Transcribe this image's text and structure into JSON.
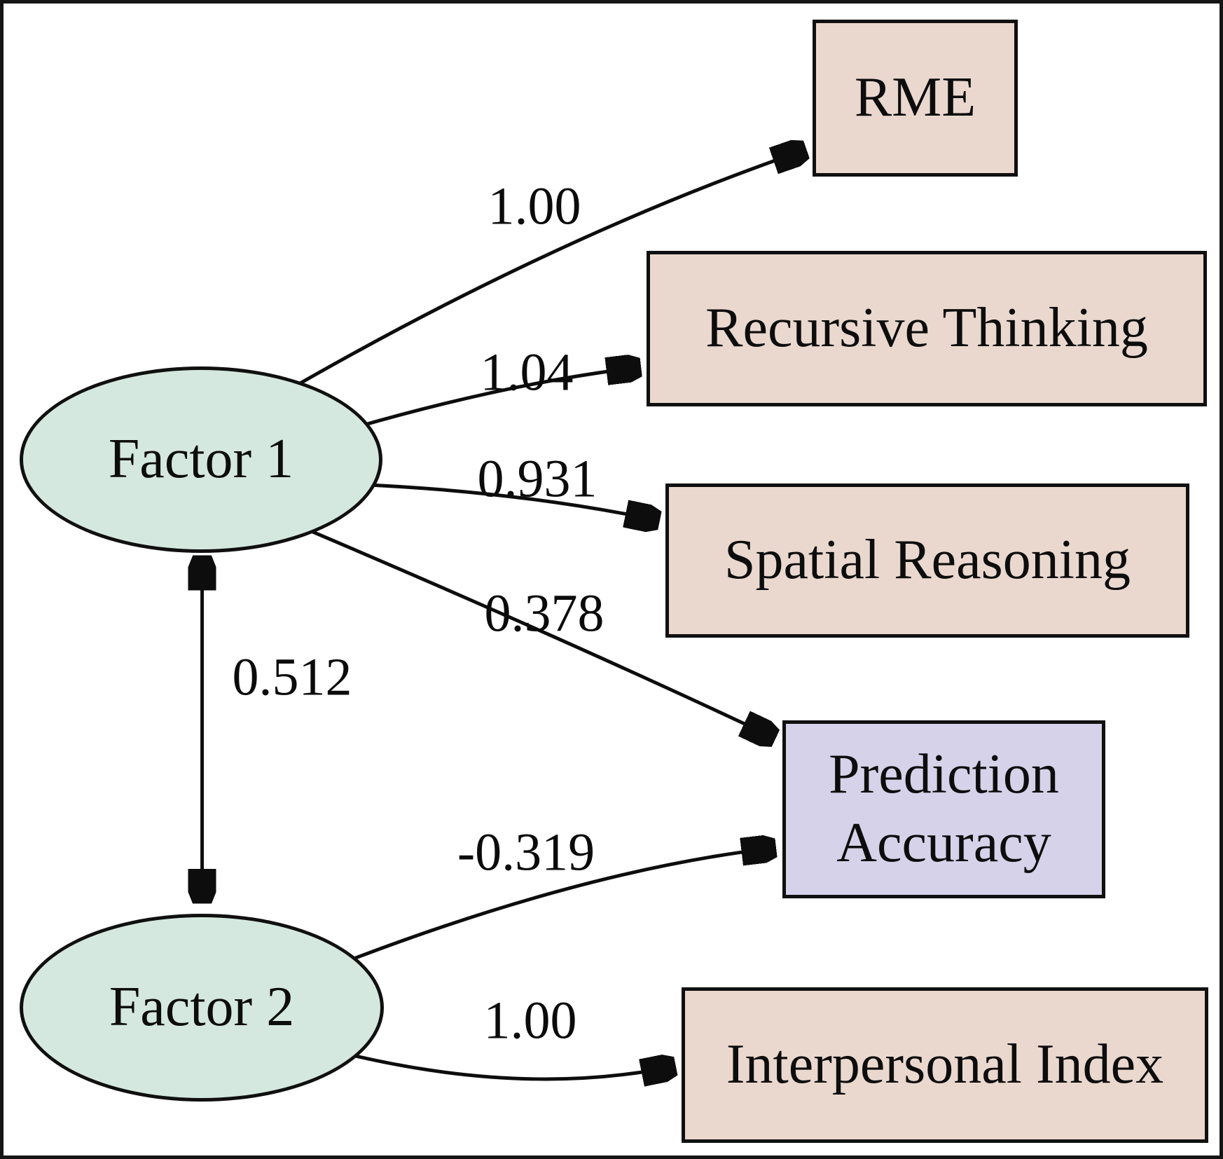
{
  "diagram": {
    "type": "sem-path-diagram",
    "latent_factors": [
      {
        "label": "Factor 1",
        "shape": "ellipse"
      },
      {
        "label": "Factor 2",
        "shape": "ellipse"
      }
    ],
    "observed_variables": [
      {
        "label": "RME"
      },
      {
        "label": "Recursive Thinking"
      },
      {
        "label": "Spatial Reasoning"
      },
      {
        "label": "Prediction Accuracy",
        "line1": "Prediction",
        "line2": "Accuracy"
      },
      {
        "label": "Interpersonal Index"
      }
    ],
    "loadings": [
      {
        "from": "Factor 1",
        "to": "RME",
        "coef": "1.00"
      },
      {
        "from": "Factor 1",
        "to": "Recursive Thinking",
        "coef": "1.04"
      },
      {
        "from": "Factor 1",
        "to": "Spatial Reasoning",
        "coef": "0.931"
      },
      {
        "from": "Factor 1",
        "to": "Prediction Accuracy",
        "coef": "0.378"
      },
      {
        "from": "Factor 2",
        "to": "Prediction Accuracy",
        "coef": "-0.319"
      },
      {
        "from": "Factor 2",
        "to": "Interpersonal Index",
        "coef": "1.00"
      }
    ],
    "covariance": {
      "between": "Factor 1 and Factor 2",
      "coef": "0.512",
      "arrow": "double-headed"
    },
    "colors": {
      "latent_fill": "#d5e8df",
      "observed_fill": "#ead8cf",
      "outcome_fill": "#d6d2e9",
      "line": "#0d0d0d",
      "background": "#ffffff"
    }
  }
}
